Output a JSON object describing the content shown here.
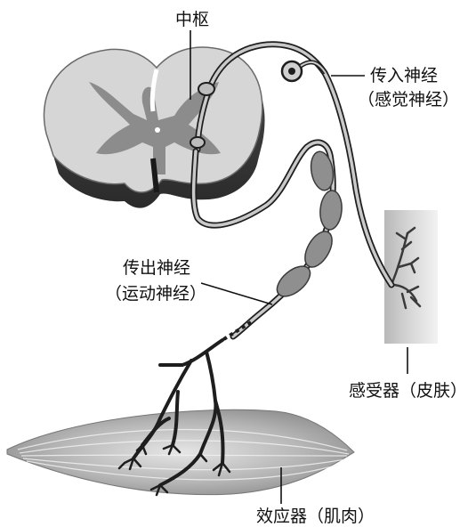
{
  "labels": {
    "center": "中枢",
    "afferent": "传入神经",
    "afferent_alt": "（感觉神经）",
    "efferent": "传出神经",
    "efferent_alt": "（运动神经）",
    "receptor": "感受器（皮肤）",
    "effector": "效应器（肌肉）"
  }
}
